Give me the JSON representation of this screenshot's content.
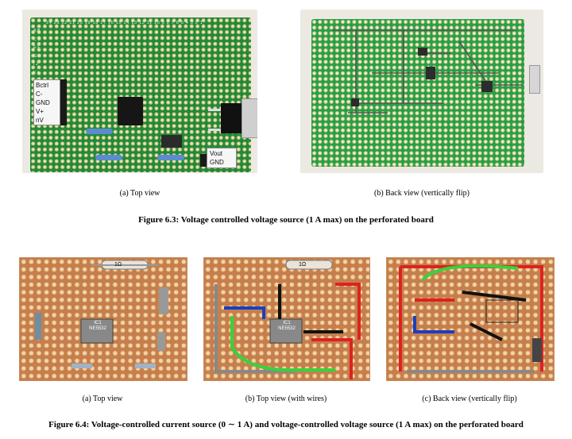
{
  "figure_6_3": {
    "caption": "Figure 6.3: Voltage controlled voltage source (1 A max) on the perforated board",
    "subfigures": [
      {
        "caption": "(a) Top view",
        "board_labels": {
          "top_row": "24 23 22 21 20 19 18 17 16 15 14 13 12 11 10 9 8 7 6 5 4 3 2 1",
          "left_col": "A B C D E F G H I J K L M N O P Q",
          "left_module": [
            "Bctrl",
            "C-",
            "GND",
            "V+",
            "nV"
          ],
          "right_module": [
            "Vout",
            "GND"
          ]
        }
      },
      {
        "caption": "(b) Back view (vertically flip)"
      }
    ]
  },
  "figure_6_4": {
    "caption": "Figure 6.4: Voltage-controlled current source (0 ∼ 1 A) and voltage-controlled voltage source (1 A max) on the perforated board",
    "subfigures": [
      {
        "caption": "(a) Top view",
        "resistor_label": "1Ω",
        "ic_label": [
          "IC1",
          "NE5532"
        ]
      },
      {
        "caption": "(b) Top view (with wires)",
        "resistor_label": "1Ω",
        "ic_label": [
          "IC1",
          "NE5532"
        ]
      },
      {
        "caption": "(c) Back view (vertically flip)"
      }
    ]
  }
}
